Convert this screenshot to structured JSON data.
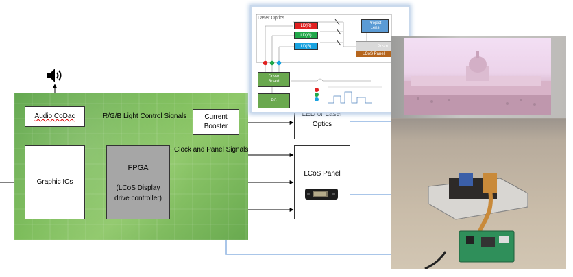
{
  "labels": {
    "audio_codec": "Audio CoDac",
    "graphic_ics": "Graphic ICs",
    "fpga_title": "FPGA",
    "fpga_sub_1": "(LCoS Display",
    "fpga_sub_2": "drive controller)",
    "current_booster_1": "Current",
    "current_booster_2": "Booster",
    "led_laser_1": "LED or Laser",
    "led_laser_2": "Optics",
    "lcos_panel": "LCoS Panel",
    "rgb_signals": "R/G/B Light Control Signals",
    "clock_panel_signals": "Clock and Panel Signals"
  },
  "inset": {
    "title": "Laser Optics",
    "ld_r": "LD(R)",
    "ld_g": "LD(G)",
    "ld_b": "LD(B)",
    "project_lens_1": "Project",
    "project_lens_2": "Lens",
    "prism": "Prism",
    "lcos_panel": "LCoS Panel",
    "driver_board_1": "Driver",
    "driver_board_2": "Board",
    "pc": "PC"
  },
  "icons": {
    "speaker": "speaker-icon"
  },
  "colors": {
    "board_green": "#7dbd5b",
    "fpga_gray": "#a6a6a6",
    "connector_blue": "#8db4e2",
    "ld_red": "#e02020",
    "ld_green": "#21a84a",
    "ld_blue": "#1aa3e0",
    "inset_green": "#6aa84f",
    "lens_blue": "#5b9bd5",
    "lcos_brown": "#b5651d"
  }
}
